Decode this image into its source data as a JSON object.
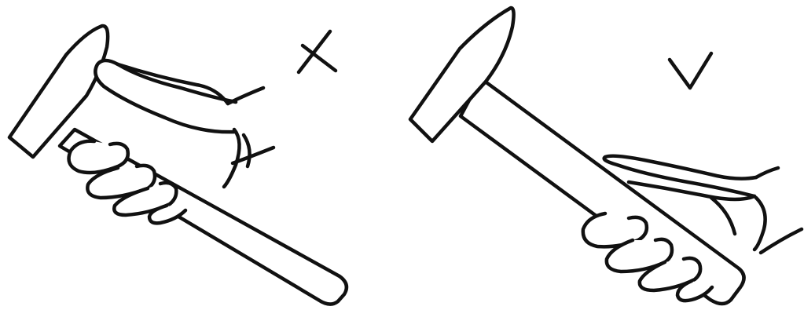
{
  "figure": {
    "panels": [
      {
        "id": "wrong-grip",
        "mark": "×",
        "meaning": "incorrect",
        "mark_icon": "cross-icon"
      },
      {
        "id": "correct-grip",
        "mark": "√",
        "meaning": "correct",
        "mark_icon": "check-icon"
      }
    ],
    "colors": {
      "ink": "#111111",
      "background": "#ffffff"
    }
  }
}
